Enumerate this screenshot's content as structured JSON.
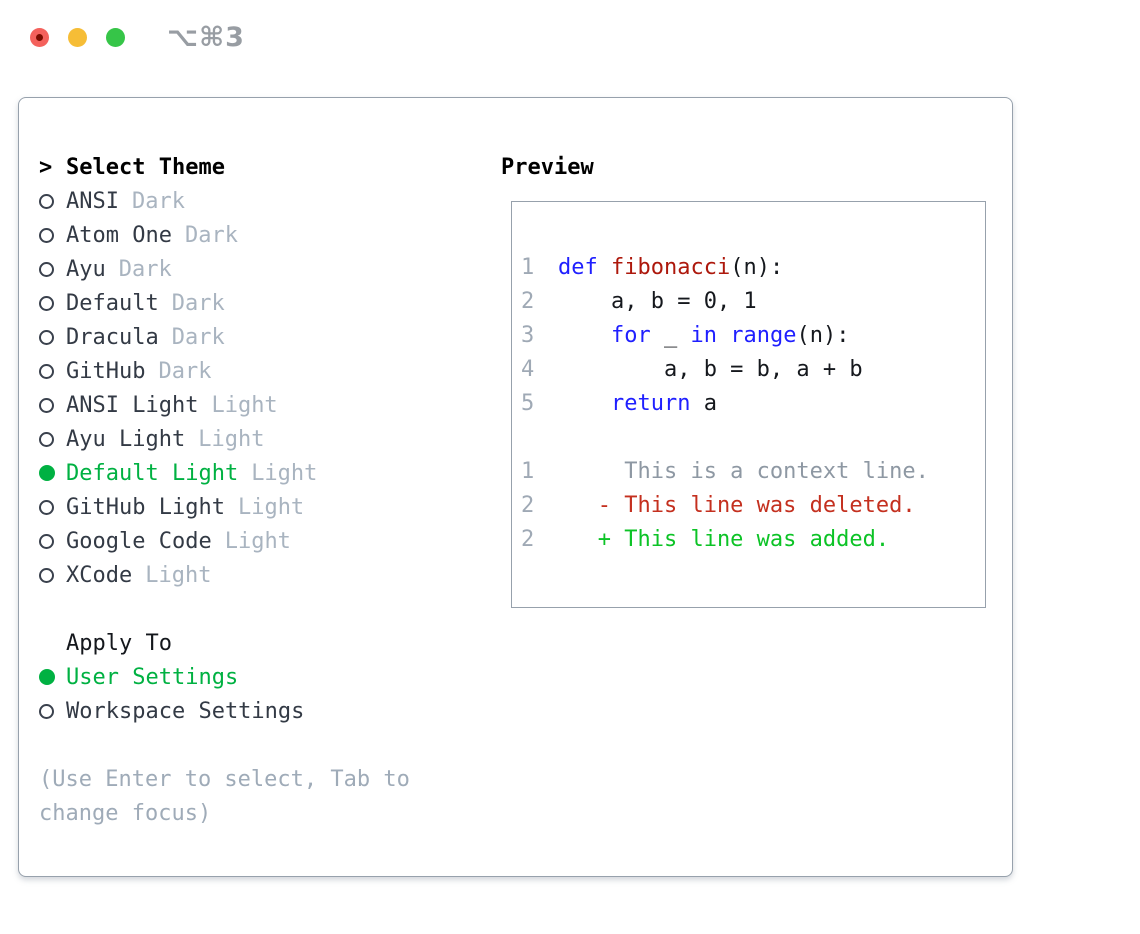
{
  "window": {
    "shortcut": "⌥⌘3"
  },
  "panel": {
    "select_theme": {
      "cursor": ">",
      "title": "Select Theme"
    },
    "themes": [
      {
        "name": "ANSI",
        "variant": "Dark",
        "selected": false
      },
      {
        "name": "Atom One",
        "variant": "Dark",
        "selected": false
      },
      {
        "name": "Ayu",
        "variant": "Dark",
        "selected": false
      },
      {
        "name": "Default",
        "variant": "Dark",
        "selected": false
      },
      {
        "name": "Dracula",
        "variant": "Dark",
        "selected": false
      },
      {
        "name": "GitHub",
        "variant": "Dark",
        "selected": false
      },
      {
        "name": "ANSI Light",
        "variant": "Light",
        "selected": false
      },
      {
        "name": "Ayu Light",
        "variant": "Light",
        "selected": false
      },
      {
        "name": "Default Light",
        "variant": "Light",
        "selected": true
      },
      {
        "name": "GitHub Light",
        "variant": "Light",
        "selected": false
      },
      {
        "name": "Google Code",
        "variant": "Light",
        "selected": false
      },
      {
        "name": "XCode",
        "variant": "Light",
        "selected": false
      }
    ],
    "apply_to": {
      "title": "Apply To",
      "options": [
        {
          "name": "User Settings",
          "selected": true
        },
        {
          "name": "Workspace Settings",
          "selected": false
        }
      ]
    },
    "help": {
      "line1": "(Use Enter to select, Tab to",
      "line2": "change focus)"
    },
    "preview": {
      "title": "Preview",
      "code_lines": [
        {
          "num": "1",
          "segments": [
            {
              "t": "def",
              "c": "kw"
            },
            {
              "t": " ",
              "c": "pl"
            },
            {
              "t": "fibonacci",
              "c": "fn"
            },
            {
              "t": "(n):",
              "c": "pl"
            }
          ]
        },
        {
          "num": "2",
          "segments": [
            {
              "t": "    a, b = 0, 1",
              "c": "pl"
            }
          ]
        },
        {
          "num": "3",
          "segments": [
            {
              "t": "    ",
              "c": "pl"
            },
            {
              "t": "for",
              "c": "kw"
            },
            {
              "t": " _ ",
              "c": "pl"
            },
            {
              "t": "in",
              "c": "kw"
            },
            {
              "t": " ",
              "c": "pl"
            },
            {
              "t": "range",
              "c": "kw"
            },
            {
              "t": "(n):",
              "c": "pl"
            }
          ]
        },
        {
          "num": "4",
          "segments": [
            {
              "t": "        a, b = b, a + b",
              "c": "pl"
            }
          ]
        },
        {
          "num": "5",
          "segments": [
            {
              "t": "    ",
              "c": "pl"
            },
            {
              "t": "return",
              "c": "kw"
            },
            {
              "t": " a",
              "c": "pl"
            }
          ]
        },
        {
          "num": "",
          "segments": []
        },
        {
          "num": "1",
          "segments": [
            {
              "t": "     This is a context line.",
              "c": "ctx"
            }
          ]
        },
        {
          "num": "2",
          "segments": [
            {
              "t": "   - This line was deleted.",
              "c": "del"
            }
          ]
        },
        {
          "num": "2",
          "segments": [
            {
              "t": "   + This line was added.",
              "c": "add"
            }
          ]
        }
      ]
    }
  },
  "colors": {
    "accent_green": "#00b142",
    "diff_added": "#0cc326",
    "diff_deleted": "#c4301f",
    "keyword_blue": "#1f1fff",
    "function_red": "#ad180c",
    "code_plain": "#15181d",
    "muted_label": "#a9b4c0",
    "line_number": "#9fa9b5",
    "context_gray": "#8e98a3",
    "border_gray": "#97a1ac",
    "help_gray": "#9fabb8",
    "shortcut_gray": "#989da3",
    "traffic_red": "#f4615c",
    "traffic_red_dot": "#7a0c00",
    "traffic_yellow": "#f6bd36",
    "traffic_green": "#36c548",
    "text_dark": "#333a45",
    "title_black": "#000000"
  }
}
